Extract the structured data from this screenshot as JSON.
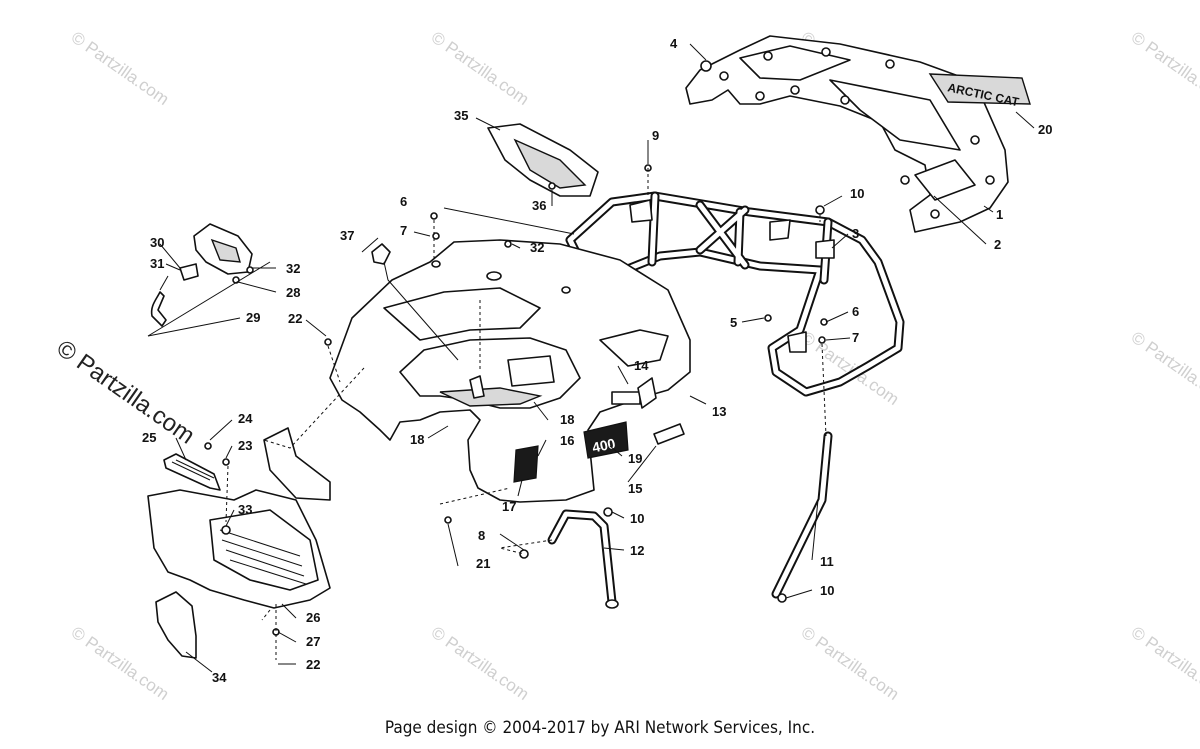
{
  "watermark": {
    "text": "Partzilla.com",
    "symbol": "©"
  },
  "footer": {
    "text": "Page design © 2004-2017 by ARI Network Services, Inc."
  },
  "decals": {
    "brand": "ARCTIC CAT",
    "model": "400"
  },
  "callouts": [
    {
      "id": "c1",
      "label": "1"
    },
    {
      "id": "c2",
      "label": "2"
    },
    {
      "id": "c3",
      "label": "3"
    },
    {
      "id": "c4",
      "label": "4"
    },
    {
      "id": "c5",
      "label": "5"
    },
    {
      "id": "c6a",
      "label": "6"
    },
    {
      "id": "c6b",
      "label": "6"
    },
    {
      "id": "c7a",
      "label": "7"
    },
    {
      "id": "c7b",
      "label": "7"
    },
    {
      "id": "c8",
      "label": "8"
    },
    {
      "id": "c9",
      "label": "9"
    },
    {
      "id": "c10a",
      "label": "10"
    },
    {
      "id": "c10b",
      "label": "10"
    },
    {
      "id": "c10c",
      "label": "10"
    },
    {
      "id": "c11",
      "label": "11"
    },
    {
      "id": "c12",
      "label": "12"
    },
    {
      "id": "c13",
      "label": "13"
    },
    {
      "id": "c14",
      "label": "14"
    },
    {
      "id": "c15",
      "label": "15"
    },
    {
      "id": "c16",
      "label": "16"
    },
    {
      "id": "c17",
      "label": "17"
    },
    {
      "id": "c18a",
      "label": "18"
    },
    {
      "id": "c18b",
      "label": "18"
    },
    {
      "id": "c19",
      "label": "19"
    },
    {
      "id": "c20",
      "label": "20"
    },
    {
      "id": "c21",
      "label": "21"
    },
    {
      "id": "c22a",
      "label": "22"
    },
    {
      "id": "c22b",
      "label": "22"
    },
    {
      "id": "c23",
      "label": "23"
    },
    {
      "id": "c24",
      "label": "24"
    },
    {
      "id": "c25",
      "label": "25"
    },
    {
      "id": "c26",
      "label": "26"
    },
    {
      "id": "c27",
      "label": "27"
    },
    {
      "id": "c28",
      "label": "28"
    },
    {
      "id": "c29",
      "label": "29"
    },
    {
      "id": "c30",
      "label": "30"
    },
    {
      "id": "c31",
      "label": "31"
    },
    {
      "id": "c32a",
      "label": "32"
    },
    {
      "id": "c32b",
      "label": "32"
    },
    {
      "id": "c33",
      "label": "33"
    },
    {
      "id": "c34",
      "label": "34"
    },
    {
      "id": "c35",
      "label": "35"
    },
    {
      "id": "c36",
      "label": "36"
    },
    {
      "id": "c37",
      "label": "37"
    }
  ]
}
